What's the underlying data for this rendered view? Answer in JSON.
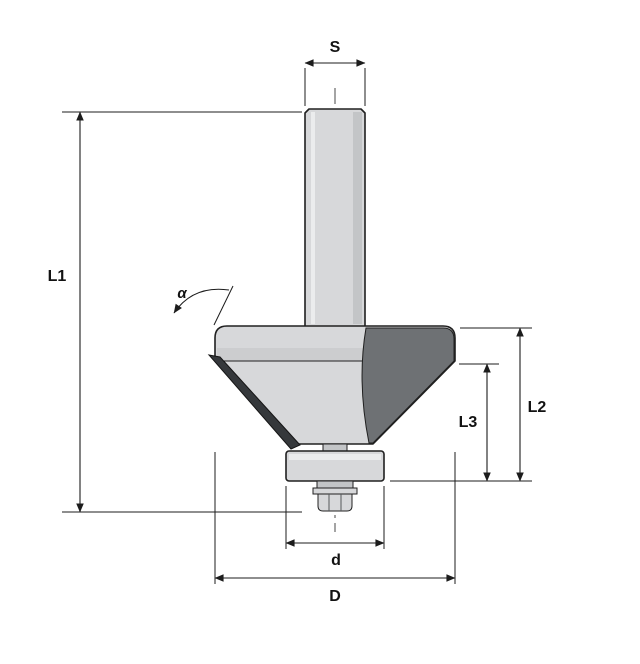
{
  "labels": {
    "shank_diameter": "S",
    "overall_length": "L1",
    "head_length": "L2",
    "cut_length": "L3",
    "bearing_diameter": "d",
    "cutter_diameter": "D",
    "chamfer_angle": "α"
  },
  "colors": {
    "background": "#ffffff",
    "line": "#1c1c1c",
    "steel_light": "#d7d8da",
    "steel_mid": "#c3c5c7",
    "steel_highlight": "#ebeced",
    "flute": "#6e7174",
    "blade": "#35383b",
    "centerline": "#4a4a4a"
  }
}
